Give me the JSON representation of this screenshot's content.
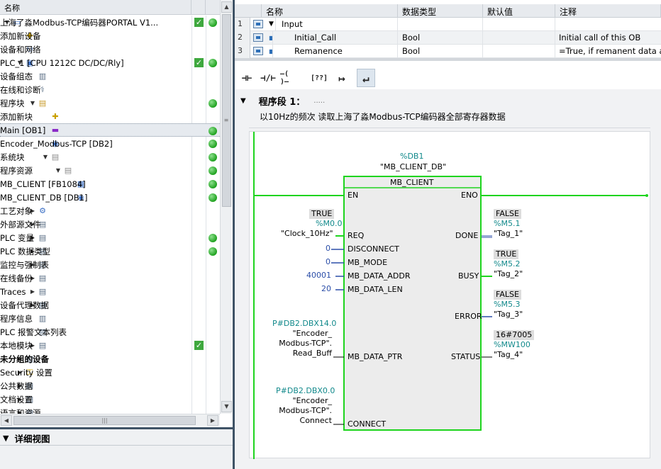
{
  "project_tree": {
    "header": {
      "name_col": "名称"
    },
    "items": [
      {
        "label": "上海了淼Modbus-TCP编码器PORTAL V1...",
        "expander": "▼",
        "indent": 0,
        "icon": "project-icon",
        "check": true,
        "dot": true
      },
      {
        "label": "添加新设备",
        "expander": "",
        "indent": 1,
        "icon": "add-device-icon",
        "check": false,
        "dot": false
      },
      {
        "label": "设备和网络",
        "expander": "",
        "indent": 1,
        "icon": "network-icon",
        "check": false,
        "dot": false
      },
      {
        "label": "PLC_1 [CPU 1212C DC/DC/Rly]",
        "expander": "▼",
        "indent": 1,
        "icon": "plc-icon",
        "check": true,
        "dot": true
      },
      {
        "label": "设备组态",
        "expander": "",
        "indent": 2,
        "icon": "device-config-icon",
        "check": false,
        "dot": false
      },
      {
        "label": "在线和诊断",
        "expander": "",
        "indent": 2,
        "icon": "diagnostics-icon",
        "check": false,
        "dot": false
      },
      {
        "label": "程序块",
        "expander": "▼",
        "indent": 2,
        "icon": "folder-icon",
        "check": false,
        "dot": true
      },
      {
        "label": "添加新块",
        "expander": "",
        "indent": 3,
        "icon": "add-block-icon",
        "check": false,
        "dot": false
      },
      {
        "label": "Main [OB1]",
        "expander": "",
        "indent": 3,
        "icon": "ob-icon",
        "check": false,
        "dot": true,
        "selected": true
      },
      {
        "label": "Encoder_Modbus-TCP [DB2]",
        "expander": "",
        "indent": 3,
        "icon": "db-icon",
        "check": false,
        "dot": true
      },
      {
        "label": "系统块",
        "expander": "▼",
        "indent": 3,
        "icon": "system-folder-icon",
        "check": false,
        "dot": true
      },
      {
        "label": "程序资源",
        "expander": "▼",
        "indent": 4,
        "icon": "system-folder-icon",
        "check": false,
        "dot": true
      },
      {
        "label": "MB_CLIENT [FB1084]",
        "expander": "",
        "indent": 5,
        "icon": "fb-icon",
        "check": false,
        "dot": true
      },
      {
        "label": "MB_CLIENT_DB [DB1]",
        "expander": "",
        "indent": 5,
        "icon": "db-icon",
        "check": false,
        "dot": true
      },
      {
        "label": "工艺对象",
        "expander": "▶",
        "indent": 2,
        "icon": "tech-object-icon",
        "check": false,
        "dot": false
      },
      {
        "label": "外部源文件",
        "expander": "▶",
        "indent": 2,
        "icon": "source-file-icon",
        "check": false,
        "dot": false
      },
      {
        "label": "PLC 变量",
        "expander": "▶",
        "indent": 2,
        "icon": "plc-tags-icon",
        "check": false,
        "dot": true
      },
      {
        "label": "PLC 数据类型",
        "expander": "▶",
        "indent": 2,
        "icon": "data-type-icon",
        "check": false,
        "dot": true
      },
      {
        "label": "监控与强制表",
        "expander": "▶",
        "indent": 2,
        "icon": "watch-table-icon",
        "check": false,
        "dot": false
      },
      {
        "label": "在线备份",
        "expander": "▶",
        "indent": 2,
        "icon": "backup-icon",
        "check": false,
        "dot": false
      },
      {
        "label": "Traces",
        "expander": "▶",
        "indent": 2,
        "icon": "trace-icon",
        "check": false,
        "dot": false
      },
      {
        "label": "设备代理数据",
        "expander": "▶",
        "indent": 2,
        "icon": "proxy-data-icon",
        "check": false,
        "dot": false
      },
      {
        "label": "程序信息",
        "expander": "",
        "indent": 2,
        "icon": "program-info-icon",
        "check": false,
        "dot": false
      },
      {
        "label": "PLC 报警文本列表",
        "expander": "",
        "indent": 2,
        "icon": "alarm-text-icon",
        "check": false,
        "dot": false
      },
      {
        "label": "本地模块",
        "expander": "▶",
        "indent": 2,
        "icon": "local-module-icon",
        "check": true,
        "dot": false
      },
      {
        "label": "未分组的设备",
        "expander": "▶",
        "indent": 1,
        "icon": "ungrouped-devices-icon",
        "check": false,
        "dot": false,
        "bold": true
      },
      {
        "label": "Security 设置",
        "expander": "▶",
        "indent": 1,
        "icon": "security-icon",
        "check": false,
        "dot": false
      },
      {
        "label": "公共数据",
        "expander": "▶",
        "indent": 1,
        "icon": "common-data-icon",
        "check": false,
        "dot": false
      },
      {
        "label": "文档设置",
        "expander": "▶",
        "indent": 1,
        "icon": "doc-settings-icon",
        "check": false,
        "dot": false
      },
      {
        "label": "语言和资源",
        "expander": "▶",
        "indent": 1,
        "icon": "language-icon",
        "check": false,
        "dot": false
      }
    ]
  },
  "detail_view": {
    "title": "详细视图"
  },
  "interface_table": {
    "headers": {
      "name": "名称",
      "datatype": "数据类型",
      "default": "默认值",
      "comment": "注释"
    },
    "rows": [
      {
        "num": "1",
        "name": "Input",
        "datatype": "",
        "default": "",
        "comment": "",
        "expander": "▼"
      },
      {
        "num": "2",
        "name": "Initial_Call",
        "datatype": "Bool",
        "default": "",
        "comment": "Initial call of this OB",
        "expander": ""
      },
      {
        "num": "3",
        "name": "Remanence",
        "datatype": "Bool",
        "default": "",
        "comment": "=True, if remanent data are",
        "expander": ""
      }
    ]
  },
  "toolbar": {
    "buttons": [
      {
        "name": "no-contact-button",
        "glyph": "⊣⊢"
      },
      {
        "name": "nc-contact-button",
        "glyph": "⊣/⊢"
      },
      {
        "name": "coil-button",
        "glyph": "–( )–"
      },
      {
        "name": "empty-box-button",
        "glyph": "[??]"
      },
      {
        "name": "open-branch-button",
        "glyph": "↦"
      },
      {
        "name": "close-branch-button",
        "glyph": "↵"
      }
    ]
  },
  "network": {
    "title": "程序段 1：",
    "title_dots": ".....",
    "comment": "以10Hz的频次 读取上海了淼Modbus-TCP编码器全部寄存器数据",
    "instance_db_address": "%DB1",
    "instance_db_name": "\"MB_CLIENT_DB\"",
    "block_name": "MB_CLIENT",
    "en": "EN",
    "eno": "ENO",
    "inputs": {
      "req_pin": "REQ",
      "req_value": "TRUE",
      "req_address": "%M0.0",
      "req_tag": "\"Clock_10Hz\"",
      "disconnect_pin": "DISCONNECT",
      "disconnect_value": "0",
      "mode_pin": "MB_MODE",
      "mode_value": "0",
      "addr_pin": "MB_DATA_ADDR",
      "addr_value": "40001",
      "len_pin": "MB_DATA_LEN",
      "len_value": "20",
      "ptr_pin": "MB_DATA_PTR",
      "ptr_address": "P#DB2.DBX14.0",
      "ptr_tag_1": "\"Encoder_",
      "ptr_tag_2": "Modbus-TCP\".",
      "ptr_tag_3": "Read_Buff",
      "connect_pin": "CONNECT",
      "connect_address": "P#DB2.DBX0.0",
      "connect_tag_1": "\"Encoder_",
      "connect_tag_2": "Modbus-TCP\".",
      "connect_tag_3": "Connect"
    },
    "outputs": {
      "done_pin": "DONE",
      "done_value": "FALSE",
      "done_address": "%M5.1",
      "done_tag": "\"Tag_1\"",
      "busy_pin": "BUSY",
      "busy_value": "TRUE",
      "busy_address": "%M5.2",
      "busy_tag": "\"Tag_2\"",
      "error_pin": "ERROR",
      "error_value": "FALSE",
      "error_address": "%M5.3",
      "error_tag": "\"Tag_3\"",
      "status_pin": "STATUS",
      "status_value": "16#7005",
      "status_address": "%MW100",
      "status_tag": "\"Tag_4\""
    }
  },
  "colors": {
    "accent_green": "#1ed41e",
    "splitter": "#3f5366",
    "teal_address": "#11898b",
    "blue_constant": "#2b4ea8"
  }
}
